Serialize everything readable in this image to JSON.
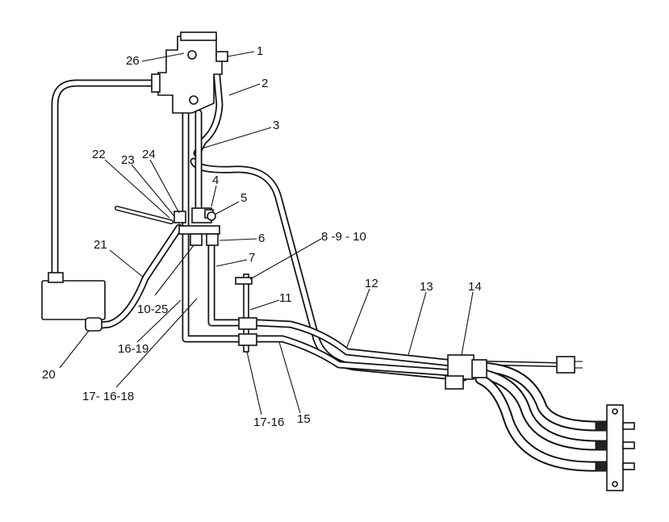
{
  "callouts": [
    "26",
    "1",
    "2",
    "3",
    "22",
    "23",
    "24",
    "4",
    "5",
    "6",
    "7",
    "8 -9 - 10",
    "21",
    "10-25",
    "12",
    "13",
    "14",
    "11",
    "16-19",
    "20",
    "17- 16-18",
    "17-16",
    "15"
  ]
}
